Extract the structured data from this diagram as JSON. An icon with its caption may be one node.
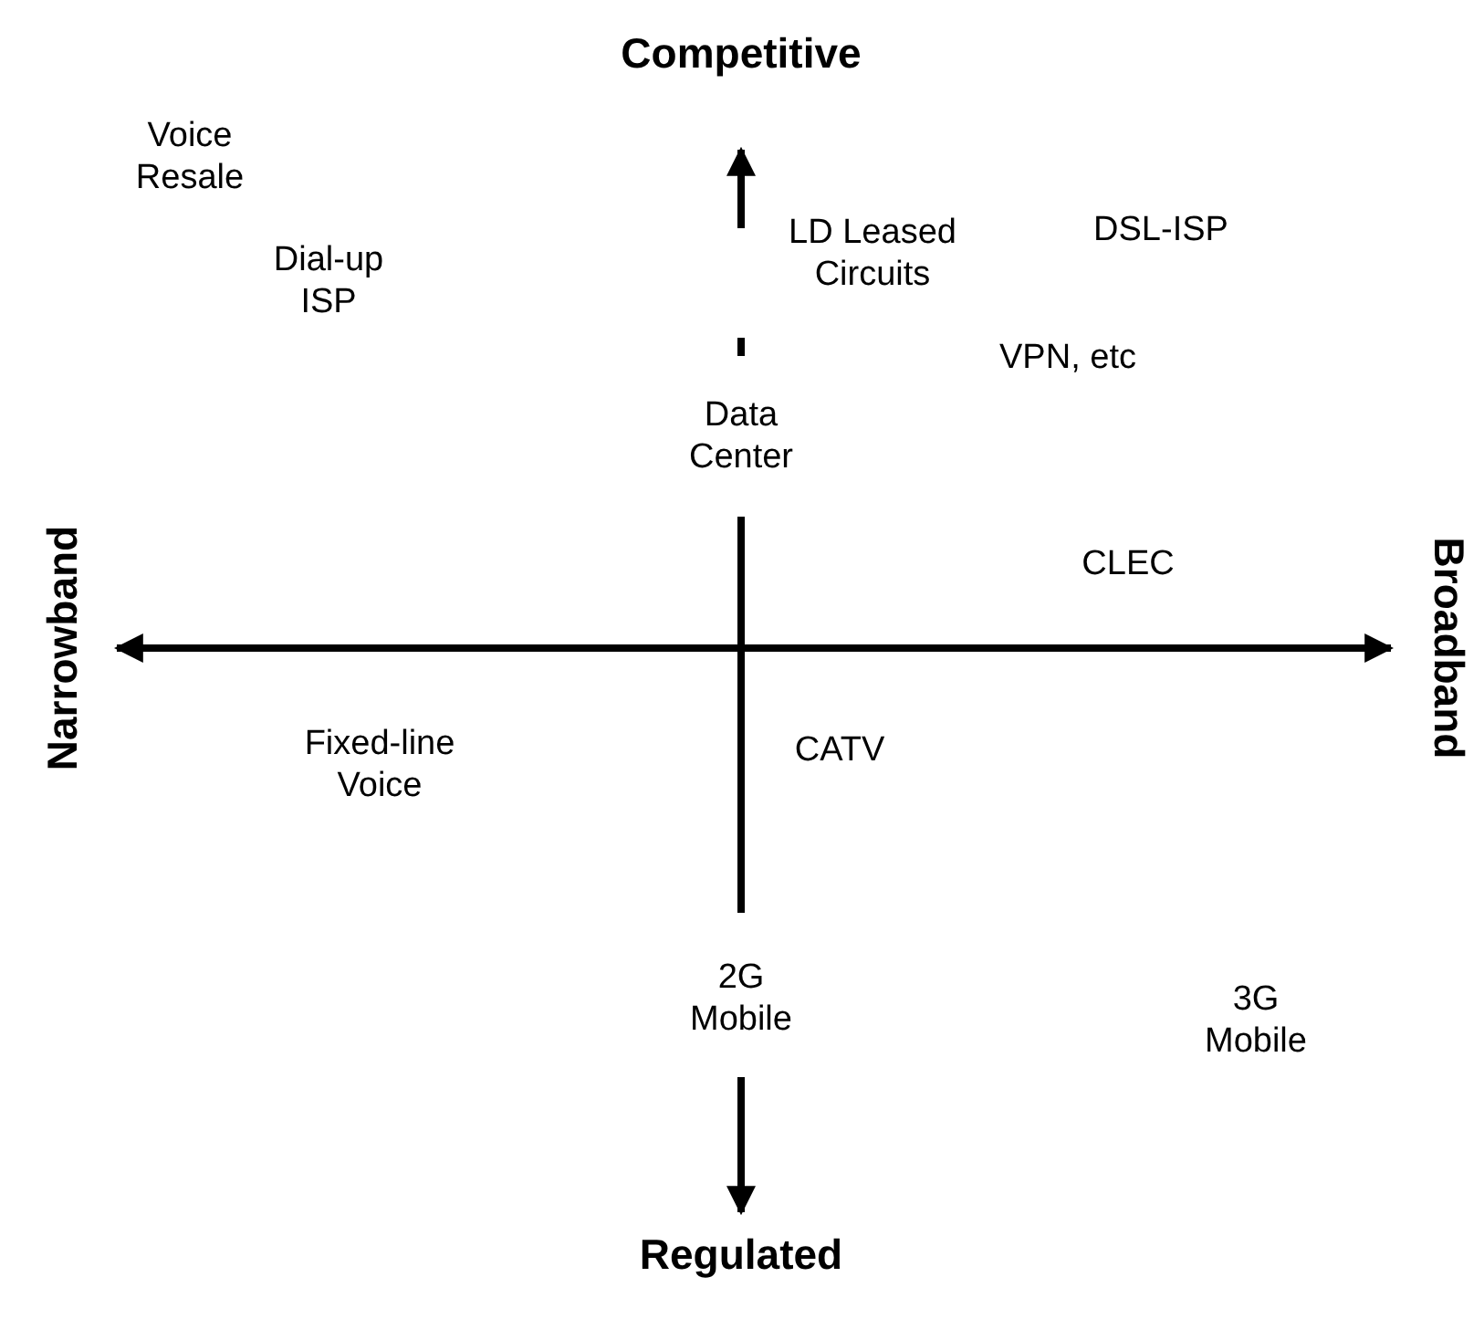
{
  "diagram": {
    "labels": [
      "Competitive",
      "Voice Resale",
      "Dial-up ISP",
      "LD Leased Circuits",
      "DSL-ISP",
      "VPN, etc",
      "Data Center",
      "Narrowband",
      "CLEC",
      "Broadband",
      "Fixed-line Voice",
      "CATV",
      "2G Mobile",
      "3G Mobile",
      "Regulated"
    ]
  }
}
